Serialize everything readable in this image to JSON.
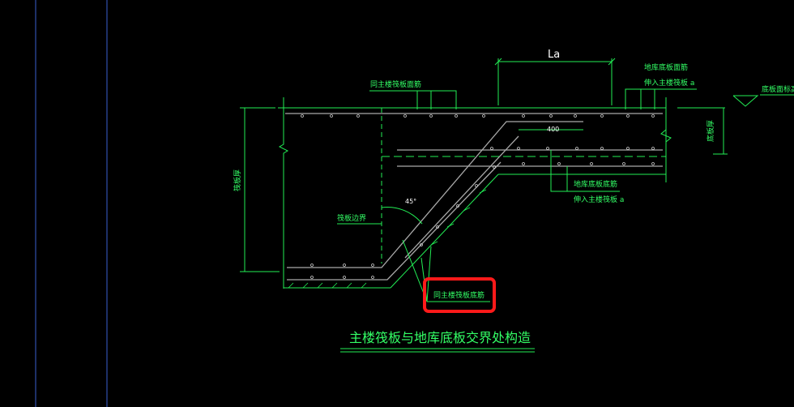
{
  "drawing": {
    "title": "主楼筏板与地库底板交界处构造",
    "dim_la": "La",
    "dim_400": "400",
    "angle": "45°",
    "labels": {
      "main_top_rebar": "同主楼筏板面筋",
      "garage_top_rebar_1": "地库底板面筋",
      "garage_top_rebar_2": "伸入主楼筏板 a",
      "garage_elevation": "底板面标高",
      "garage_bottom_rebar_1": "地库底板底筋",
      "garage_bottom_rebar_2": "伸入主楼筏板 a",
      "raft_edge": "筏板边界",
      "main_bottom_rebar": "同主楼筏板底筋",
      "raft_thickness": "筏板厚",
      "slab_thickness": "底板厚"
    }
  },
  "colors": {
    "background": "#000000",
    "line": "#22ee55",
    "text_green": "#33ff66",
    "text_white": "#ffffff",
    "rebar": "#aaaaaa",
    "highlight": "#ff1a1a",
    "grid_line": "#3a5fd0"
  }
}
